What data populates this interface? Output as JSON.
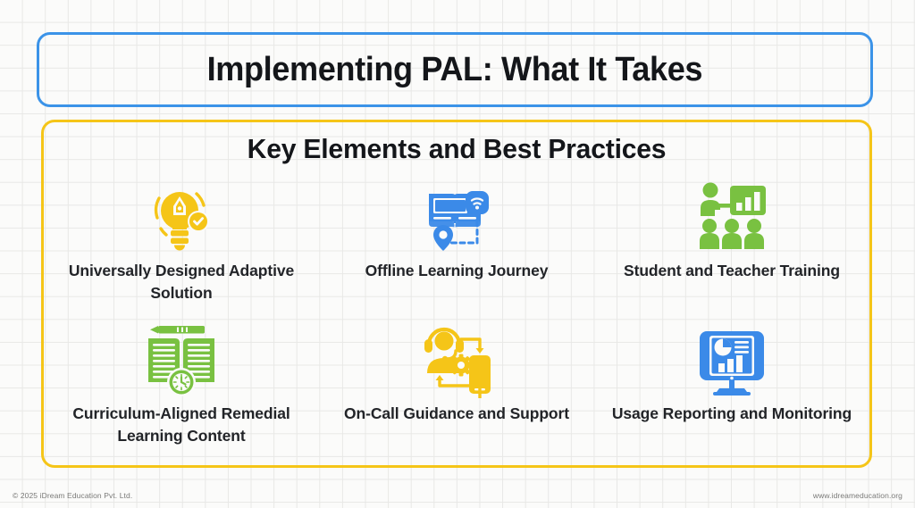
{
  "slide": {
    "title": "Implementing PAL: What It Takes",
    "section_heading": "Key Elements and Best Practices",
    "colors": {
      "title_border": "#3b93e8",
      "panel_border": "#f5c518",
      "background": "#fbfbfa",
      "grid_line": "#e8e8e6",
      "text": "#14161a",
      "yellow_icon": "#f5c518",
      "blue_icon": "#3b8ae8",
      "green_icon": "#79c141",
      "footer_text": "#7a7a78"
    }
  },
  "items": [
    {
      "label": "Universally Designed Adaptive Solution",
      "icon": "lightbulb-pen-check-icon",
      "color": "#f5c518"
    },
    {
      "label": "Offline Learning Journey",
      "icon": "book-wifi-location-icon",
      "color": "#3b8ae8"
    },
    {
      "label": "Student and Teacher Training",
      "icon": "teacher-presentation-students-icon",
      "color": "#79c141"
    },
    {
      "label": "Curriculum-Aligned Remedial Learning Content",
      "icon": "open-book-pencil-clock-icon",
      "color": "#79c141"
    },
    {
      "label": "On-Call Guidance and Support",
      "icon": "headset-support-phone-icon",
      "color": "#f5c518"
    },
    {
      "label": "Usage Reporting and Monitoring",
      "icon": "monitor-analytics-icon",
      "color": "#3b8ae8"
    }
  ],
  "footer": {
    "copyright": "© 2025 iDream Education Pvt. Ltd.",
    "website": "www.idreameducation.org"
  }
}
